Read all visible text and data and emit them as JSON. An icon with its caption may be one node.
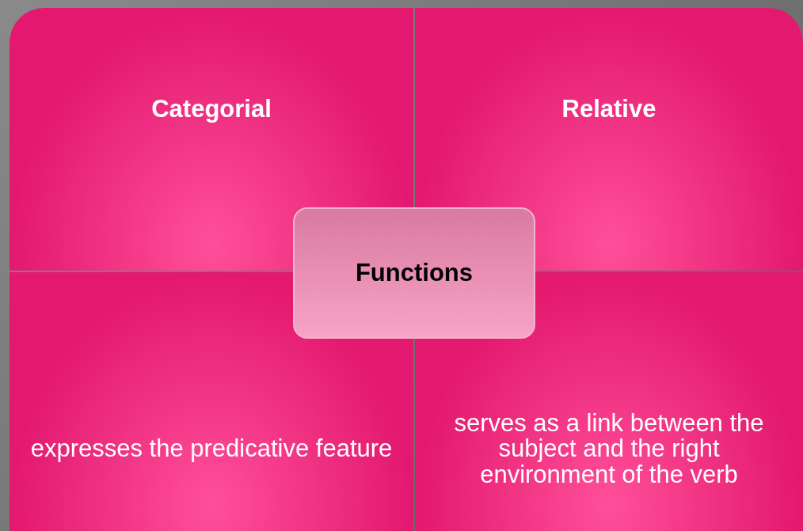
{
  "diagram": {
    "nodes": [
      {
        "text": [
          "Categorial"
        ]
      },
      {
        "text": [
          "Relative"
        ]
      },
      {
        "text": [
          "Functions"
        ]
      },
      {
        "text": [
          "expresses the predicative feature"
        ]
      },
      {
        "text": [
          "serves as a link between the subject and the right environment of the verb"
        ]
      }
    ]
  }
}
